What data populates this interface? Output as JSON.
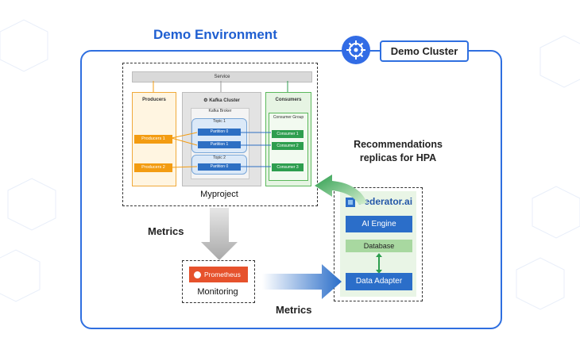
{
  "title": "Demo Environment",
  "cluster_label": "Demo Cluster",
  "icons": {
    "kubernetes": "kubernetes-helm-icon",
    "kafka": "kafka-icon",
    "federator": "federator-logo-icon",
    "prometheus": "prometheus-flame-icon"
  },
  "myproject": {
    "label": "Myproject",
    "service": "Service",
    "producers": {
      "title": "Producers",
      "items": [
        "Producers 1",
        "Producers 2"
      ]
    },
    "kafka": {
      "title": "Kafka Cluster",
      "broker": "Kafka Broker",
      "topics": [
        {
          "name": "Topic 1",
          "partitions": [
            "Partition 0",
            "Partition 1"
          ]
        },
        {
          "name": "Topic 2",
          "partitions": [
            "Partition 0"
          ]
        }
      ]
    },
    "consumers": {
      "title": "Consumers",
      "group": "Consumer Group",
      "items": [
        "Consumer 1",
        "Consumer 2",
        "Consumer 3"
      ]
    }
  },
  "recommendations": "Recommendations replicas for HPA",
  "federator": {
    "name": "Federator.ai",
    "ai_engine": "AI Engine",
    "database": "Database",
    "data_adapter": "Data Adapter"
  },
  "metrics_left": "Metrics",
  "metrics_bottom": "Metrics",
  "monitoring": {
    "prometheus": "Prometheus",
    "label": "Monitoring"
  },
  "colors": {
    "accent": "#2f6fe0",
    "producer": "#f39c12",
    "partition": "#2d6fc3",
    "consumer": "#2e9e4f",
    "prometheus": "#e6522c"
  }
}
